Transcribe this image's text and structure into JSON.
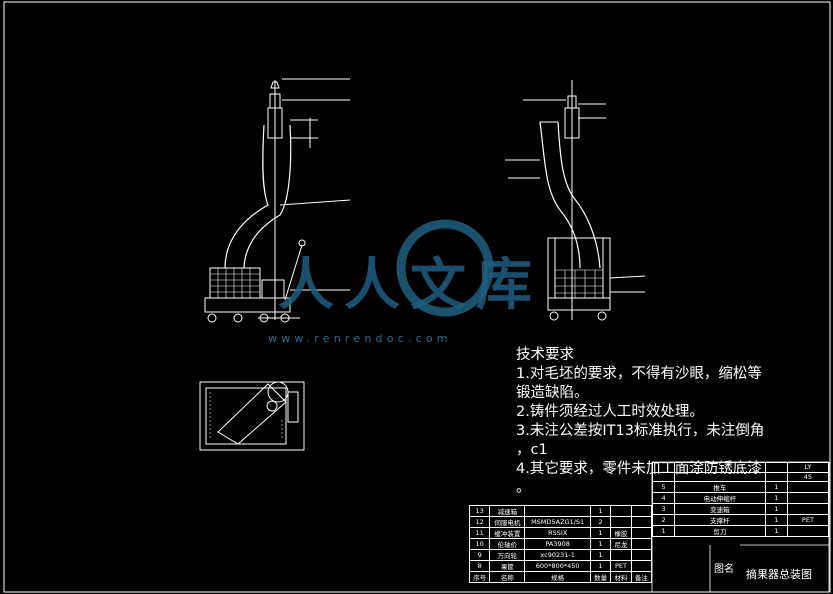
{
  "technical_requirements": {
    "heading": "技术要求",
    "lines": [
      "1.对毛坯的要求，不得有沙眼，缩松等",
      "锻造缺陷。",
      "2.铸件须经过人工时效处理。",
      "3.未注公差按IT13标准执行，未注倒角",
      "，c1",
      "4.其它要求，零件未加工面涂防锈底漆",
      "。"
    ]
  },
  "watermark": {
    "brand": "人人文库",
    "url": "www.renrendoc.com"
  },
  "bom_left": {
    "rows": [
      [
        "13",
        "减速箱",
        "",
        "1",
        "",
        ""
      ],
      [
        "12",
        "伺服电机",
        "MSMD5AZG1/S1",
        "2",
        "",
        ""
      ],
      [
        "11",
        "缓冲装置",
        "RSSIX",
        "1",
        "橡胶",
        ""
      ],
      [
        "10",
        "伦轴价",
        "PA3908",
        "1",
        "尼龙",
        ""
      ],
      [
        "9",
        "万向轮",
        "xc90231-1",
        "1",
        "",
        ""
      ],
      [
        "8",
        "果筐",
        "600*800*450",
        "1",
        "PET",
        ""
      ],
      [
        "序号",
        "名称",
        "规格",
        "数量",
        "材料",
        "备注"
      ]
    ]
  },
  "bom_right": {
    "rows": [
      [
        "",
        "",
        "",
        "LY"
      ],
      [
        "",
        "",
        "",
        "45"
      ],
      [
        "5",
        "推车",
        "1",
        ""
      ],
      [
        "4",
        "电动伸缩杆",
        "1",
        ""
      ],
      [
        "3",
        "变速箱",
        "1",
        ""
      ],
      [
        "2",
        "支撑杆",
        "1",
        "PET"
      ],
      [
        "1",
        "剪刀",
        "1",
        ""
      ]
    ]
  },
  "title_block": {
    "drawing_name": "摘果器总装图",
    "name_label": "图名"
  }
}
